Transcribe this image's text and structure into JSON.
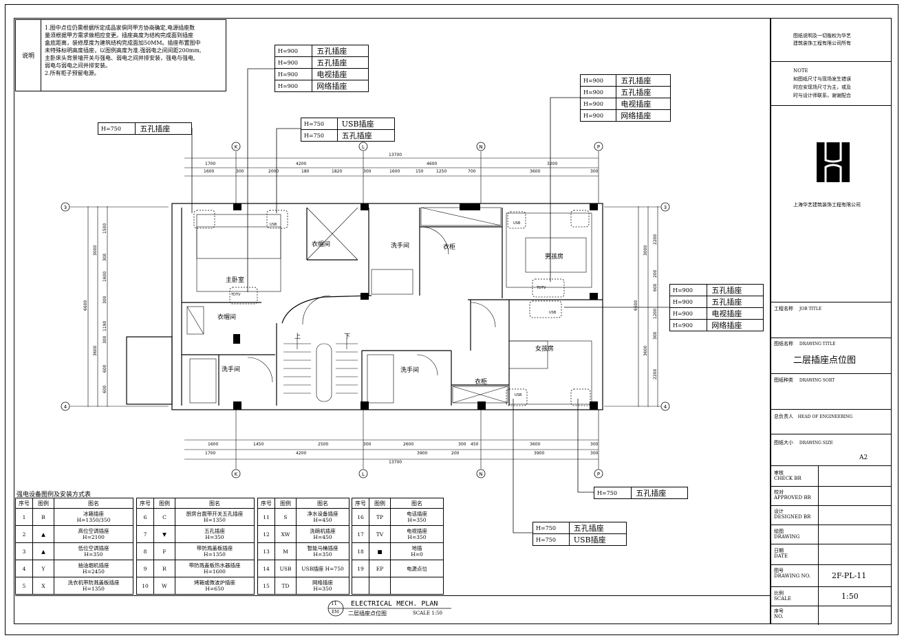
{
  "notes": {
    "label": "说明",
    "lines": [
      "1.图中点位仍需根据所定成品家俱同甲方协商确定,电源插座数",
      "量须根据甲方需求做相应变更。插座高度为结构完成面到插座",
      "盒底距离，装修厚度为建筑结构完成面加50MM。插座布置图中",
      "未特殊标明高度插座，以图例高度为准.强弱电之间间距200mm,",
      "主卧床头背景墙开关与强电、弱电之间并排安装，强电与强电,",
      "弱电与弱电之间并排安装。",
      "2.所有柜子预留电源。"
    ]
  },
  "callouts": [
    {
      "rows": [
        [
          "H=900",
          "五孔插座"
        ],
        [
          "H=900",
          "五孔插座"
        ],
        [
          "H=900",
          "电视插座"
        ],
        [
          "H=900",
          "网络插座"
        ]
      ]
    },
    {
      "rows": [
        [
          "H=750",
          "USB插座"
        ],
        [
          "H=750",
          "五孔插座"
        ]
      ]
    },
    {
      "rows": [
        [
          "H=750",
          "五孔插座"
        ]
      ]
    },
    {
      "rows": [
        [
          "H=900",
          "五孔插座"
        ],
        [
          "H=900",
          "五孔插座"
        ],
        [
          "H=900",
          "电视插座"
        ],
        [
          "H=900",
          "网络插座"
        ]
      ]
    },
    {
      "rows": [
        [
          "H=900",
          "五孔插座"
        ],
        [
          "H=900",
          "五孔插座"
        ],
        [
          "H=900",
          "电视插座"
        ],
        [
          "H=900",
          "网络插座"
        ]
      ]
    },
    {
      "rows": [
        [
          "H=750",
          "五孔插座"
        ]
      ]
    },
    {
      "rows": [
        [
          "H=750",
          "五孔插座"
        ],
        [
          "H=750",
          "USB插座"
        ]
      ]
    }
  ],
  "grid_labels": {
    "top": [
      "K",
      "L",
      "N",
      "P"
    ],
    "bottom": [
      "K",
      "L",
      "N",
      "P"
    ],
    "left": [
      "3",
      "4"
    ],
    "right": [
      "3",
      "4"
    ]
  },
  "dims": {
    "top_total": "13700",
    "top_row1": [
      "1700",
      "4200",
      "4600",
      "3200"
    ],
    "top_row2": [
      "1600",
      "300",
      "2000",
      "180",
      "1820",
      "300",
      "1600",
      "150",
      "1250",
      "700",
      "3600",
      "300"
    ],
    "bottom_row1": [
      "1600",
      "1450",
      "2500",
      "300",
      "2600",
      "300",
      "450",
      "3600",
      "300"
    ],
    "bottom_row2": [
      "1700",
      "4200",
      "3900",
      "200",
      "3900",
      "300"
    ],
    "bottom_total": "13700",
    "left_outer": [
      "6600"
    ],
    "left_inner": [
      "3000",
      "3600"
    ],
    "left_small": [
      "1500",
      "300",
      "1600",
      "300",
      "1190",
      "300",
      "600",
      "600"
    ],
    "right_outer": [
      "6600"
    ],
    "right_inner": [
      "3000",
      "3600"
    ],
    "right_small": [
      "2200",
      "200",
      "600",
      "1200",
      "300",
      "2200"
    ]
  },
  "rooms": [
    "衣帽间",
    "洗手间",
    "衣柜",
    "男孩房",
    "主卧室",
    "衣帽间",
    "上",
    "下",
    "女孩房",
    "洗手间",
    "洗手间",
    "衣柜"
  ],
  "symbol_tags": [
    "USB",
    "TDTV",
    "TDTV",
    "USB",
    "USB",
    "USB"
  ],
  "legend": {
    "title": "强电设备图例及安装方式表",
    "headers": [
      "序号",
      "图例",
      "图名"
    ],
    "groups": [
      [
        [
          "1",
          "冰箱插座",
          "H=1350/350"
        ],
        [
          "2",
          "高位空调插座",
          "H=2100"
        ],
        [
          "3",
          "低位空调插座",
          "H=350"
        ],
        [
          "4",
          "抽油烟机插座",
          "H=2450"
        ],
        [
          "5",
          "洗衣机带防溅盖板插座",
          "H=1350"
        ]
      ],
      [
        [
          "6",
          "厨房台面带开关五孔插座",
          "H=1350"
        ],
        [
          "7",
          "五孔插座",
          "H=350"
        ],
        [
          "8",
          "带防溅盖板插座",
          "H=1350"
        ],
        [
          "9",
          "带防溅盖板热水器插座",
          "H=1600"
        ],
        [
          "10",
          "烤箱或微波炉插座",
          "H=650"
        ]
      ],
      [
        [
          "11",
          "净水设备插座",
          "H=450"
        ],
        [
          "12",
          "洗碗机插座",
          "H=450"
        ],
        [
          "13",
          "智能马桶插座",
          "H=350"
        ],
        [
          "14",
          "USB插座  H=750",
          ""
        ],
        [
          "15",
          "网络插座",
          "H=350"
        ]
      ],
      [
        [
          "16",
          "电话插座",
          "H=350"
        ],
        [
          "17",
          "电视插座",
          "H=350"
        ],
        [
          "18",
          "地插",
          "H=0"
        ],
        [
          "19",
          "电源点位",
          ""
        ],
        [
          "",
          "",
          " "
        ]
      ]
    ],
    "icons": [
      [
        "B",
        "▲",
        "▲",
        "Y",
        "X"
      ],
      [
        "C",
        "▼",
        "F",
        "R",
        "W"
      ],
      [
        "S",
        "XW",
        "M",
        "USB",
        "TD"
      ],
      [
        "TP",
        "TV",
        "■",
        "EP",
        ""
      ]
    ]
  },
  "title_block": {
    "number": "11",
    "code": "EM",
    "title_en": "ELECTRICAL MECH. PLAN",
    "title_cn": "二层插座点位图",
    "scale": "SCALE 1:50"
  },
  "sidebar": {
    "copyright": [
      "图纸说明及一切版权为华艺",
      "建筑装饰工程有限公司所有"
    ],
    "note_title": "NOTE",
    "note": [
      "如图纸尺寸与现场发生错误",
      "时应安现场尺寸为主，或及",
      "时与设计师联系，谢谢配合"
    ],
    "company": "上海华艺建筑装饰工程有限公司",
    "job_k": "工程名称",
    "job_en": "JOB TITLE",
    "drawing_k": "图纸名称",
    "drawing_en": "DRAWING TITLE",
    "drawing_v": "二层插座点位图",
    "sort_k": "图纸种类",
    "sort_en": "DRAWING SORT",
    "head_k": "总负责人",
    "head_en": "HEAD OF ENGINEERING",
    "size_k": "图纸大小",
    "size_en": "DRAWING SIZE",
    "size_v": "A2",
    "check_k": "审核",
    "check_en": "CHECK BR",
    "approved_k": "校对",
    "approved_en": "APPROVED BR",
    "designed_k": "设计",
    "designed_en": "DESIGNED BR",
    "drawing2_k": "绘图",
    "drawing2_en": "DRAWING",
    "date_k": "日期",
    "date_en": "DATE",
    "no_k": "图号",
    "no_en": "DRAWING NO.",
    "no_v": "2F-PL-11",
    "scale_k": "比例",
    "scale_en": "SCALE",
    "scale_v": "1:50",
    "seq_k": "序号",
    "seq_en": "NO."
  },
  "colors": {
    "line": "#000000",
    "paper": "#ffffff",
    "fill_light": "#e6e6e6"
  }
}
